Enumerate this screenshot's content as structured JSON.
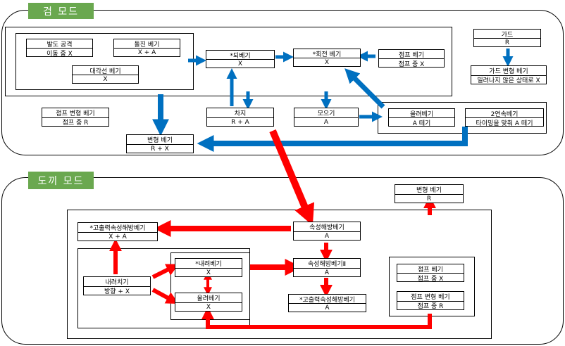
{
  "sections": {
    "sword": {
      "title": "검 모드"
    },
    "axe": {
      "title": "도끼 모드"
    }
  },
  "colors": {
    "sword_arrow": "#0070c0",
    "axe_arrow": "#ff0000",
    "tag": "#6aa84f"
  },
  "nodes": {
    "baldo": {
      "title": "발도 공격",
      "cmd": "이동 중 X"
    },
    "dolgin": {
      "title": "돌진 베기",
      "cmd": "X + A"
    },
    "daegakseon": {
      "title": "대각선 베기",
      "cmd": "X"
    },
    "doe": {
      "title": "*되베기",
      "cmd": "X"
    },
    "hoejeon": {
      "title": "*회전 베기",
      "cmd": "X"
    },
    "jump_slash": {
      "title": "점프 베기",
      "cmd": "점프 중 X"
    },
    "guard": {
      "title": "가드",
      "cmd": "R"
    },
    "guard_morph": {
      "title": "가드 변형 베기",
      "cmd": "밀려나지 않은 상태로 X"
    },
    "jump_morph": {
      "title": "점프 변형 베기",
      "cmd": "점프 중 R"
    },
    "charge": {
      "title": "차지",
      "cmd": "R + A"
    },
    "gather": {
      "title": "모으기",
      "cmd": "A"
    },
    "upswing": {
      "title": "올려베기",
      "cmd": "A 떼기"
    },
    "double": {
      "title": "2연속베기",
      "cmd": "타이밍을 맞춰 A 떼기"
    },
    "morph_sword": {
      "title": "변형 베기",
      "cmd": "R + X"
    },
    "axe_morph": {
      "title": "변형 베기",
      "cmd": "R"
    },
    "high_output": {
      "title": "*고출력속성해방베기",
      "cmd": "X + A"
    },
    "release1": {
      "title": "속성해방베기",
      "cmd": "A"
    },
    "overhead": {
      "title": "내려치기",
      "cmd": "방향 +  X"
    },
    "down_slash": {
      "title": "*내려베기",
      "cmd": "X"
    },
    "axe_upswing": {
      "title": "올려베기",
      "cmd": "X"
    },
    "release2": {
      "title": "속성해방베기Ⅱ",
      "cmd": "A"
    },
    "high_output2": {
      "title": "*고출력속성해방베기",
      "cmd": "A"
    },
    "axe_jump": {
      "title": "점프 베기",
      "cmd": "점프 중 X"
    },
    "axe_jump_morph": {
      "title": "점프 변형 베기",
      "cmd": "점프 중 R"
    }
  }
}
